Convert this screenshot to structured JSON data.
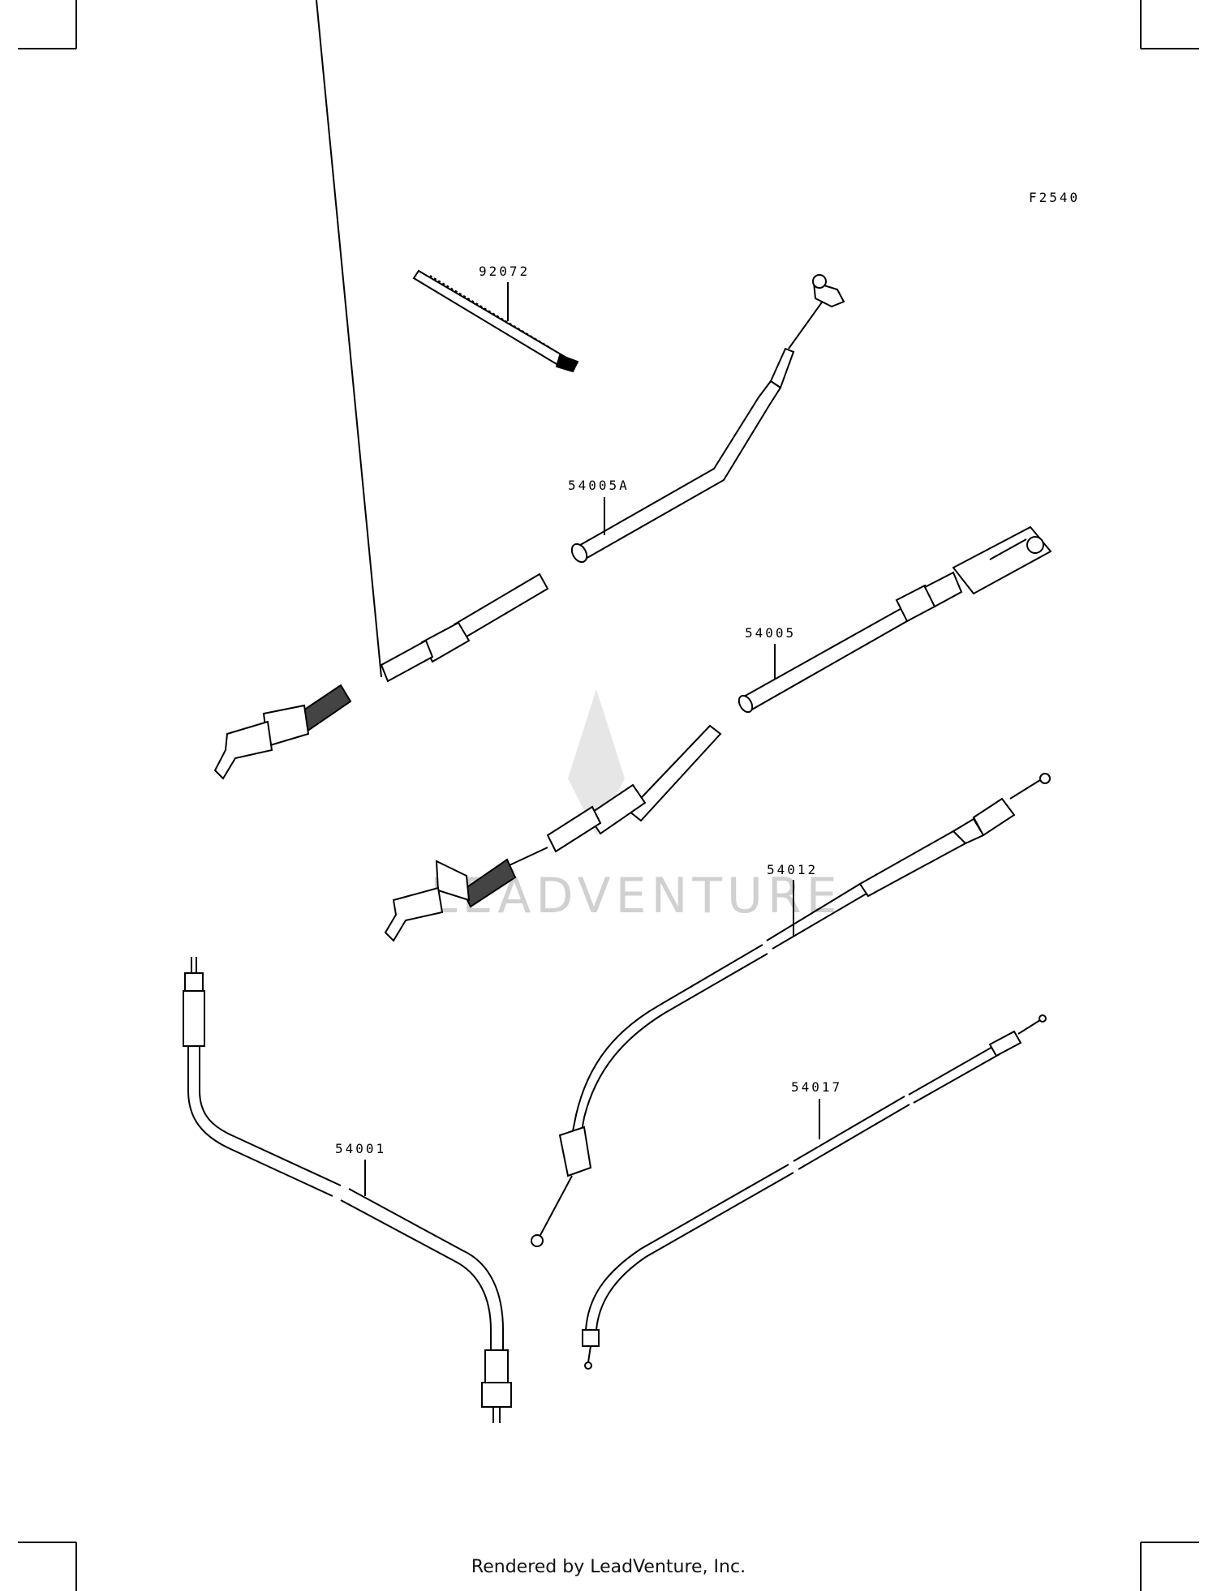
{
  "diagram_code": "F2540",
  "watermark": "LEADVENTURE",
  "footer": "Rendered by LeadVenture, Inc.",
  "parts": [
    {
      "id": "part-92072",
      "label": "92072"
    },
    {
      "id": "part-54005A",
      "label": "54005A"
    },
    {
      "id": "part-54005",
      "label": "54005"
    },
    {
      "id": "part-54012",
      "label": "54012"
    },
    {
      "id": "part-54001",
      "label": "54001"
    },
    {
      "id": "part-54017",
      "label": "54017"
    }
  ]
}
